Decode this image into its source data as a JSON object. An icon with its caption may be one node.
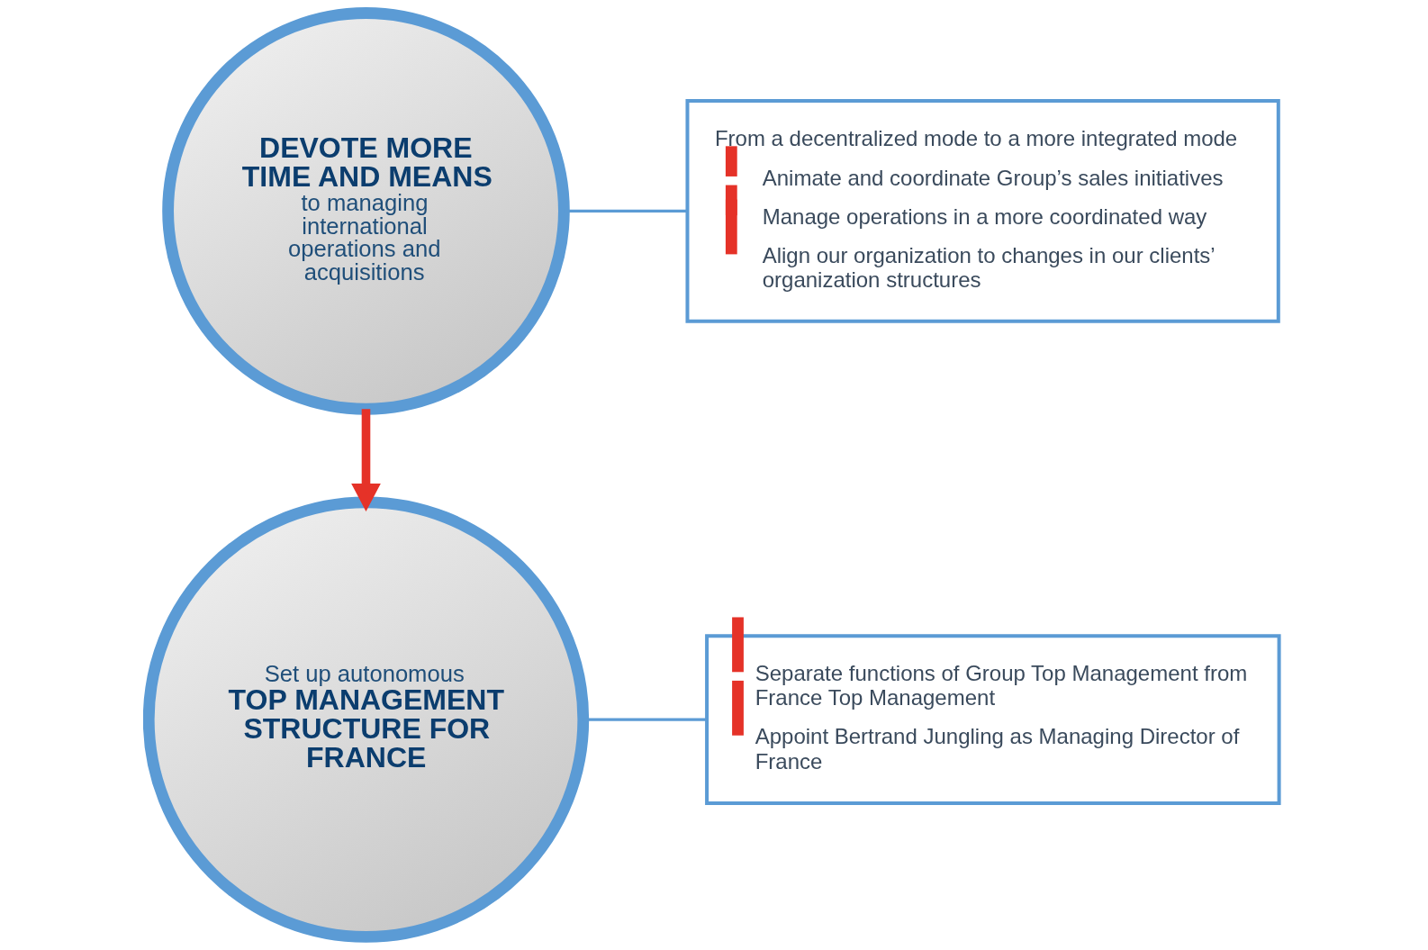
{
  "diagram": {
    "nodes": [
      {
        "text": [
          "DEVOTE MORE TIME AND MEANS",
          "to managing international operations and acquisitions"
        ]
      },
      {
        "text": [
          "From a decentralized mode to a more integrated mode",
          "Animate and coordinate Group’s sales initiatives",
          "Manage operations in a more coordinated way",
          "Align our organization to changes in our clients’ organization structures"
        ]
      },
      {
        "text": [
          "Set up autonomous",
          "TOP MANAGEMENT STRUCTURE FOR FRANCE"
        ]
      },
      {
        "text": [
          "Separate functions of Group Top Management from France Top Management",
          "Appoint Bertrand Jungling as Managing Director of France"
        ]
      }
    ],
    "edges": [
      {
        "from": 0,
        "to": 1,
        "arrow": "none"
      },
      {
        "from": 0,
        "to": 2,
        "arrow": "to",
        "style": "thick",
        "color": "#e53228"
      },
      {
        "from": 2,
        "to": 3,
        "arrow": "none"
      }
    ]
  }
}
